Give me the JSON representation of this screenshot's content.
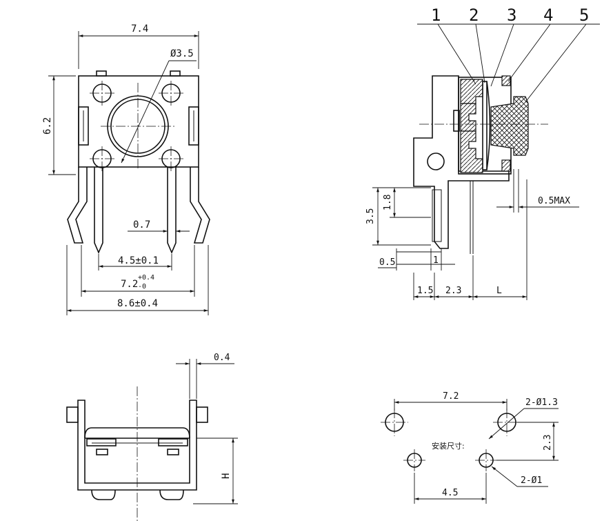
{
  "front_view": {
    "width_top": "7.4",
    "actuator_dia": "Ø3.5",
    "height_left": "6.2",
    "dim_07": "0.7",
    "pin_spacing": "4.5±0.1",
    "lead_spacing_base": "7.2",
    "lead_spacing_tol_plus": "+0.4",
    "lead_spacing_tol_minus": "-0",
    "overall_width": "8.6±0.4"
  },
  "side_view": {
    "part_numbers": [
      "1",
      "2",
      "3",
      "4",
      "5"
    ],
    "dim_35": "3.5",
    "dim_18": "1.8",
    "dim_05": "0.5",
    "dim_1": "1",
    "dim_15": "1.5",
    "dim_23": "2.3",
    "dim_L": "L",
    "dim_05max": "0.5MAX"
  },
  "bottom_view": {
    "dim_04": "0.4",
    "dim_H": "H"
  },
  "footprint": {
    "dim_72": "7.2",
    "hole_large": "2-Ø1.3",
    "mount_label": "安装尺寸:",
    "dim_23": "2.3",
    "hole_small": "2-Ø1",
    "dim_45": "4.5"
  }
}
